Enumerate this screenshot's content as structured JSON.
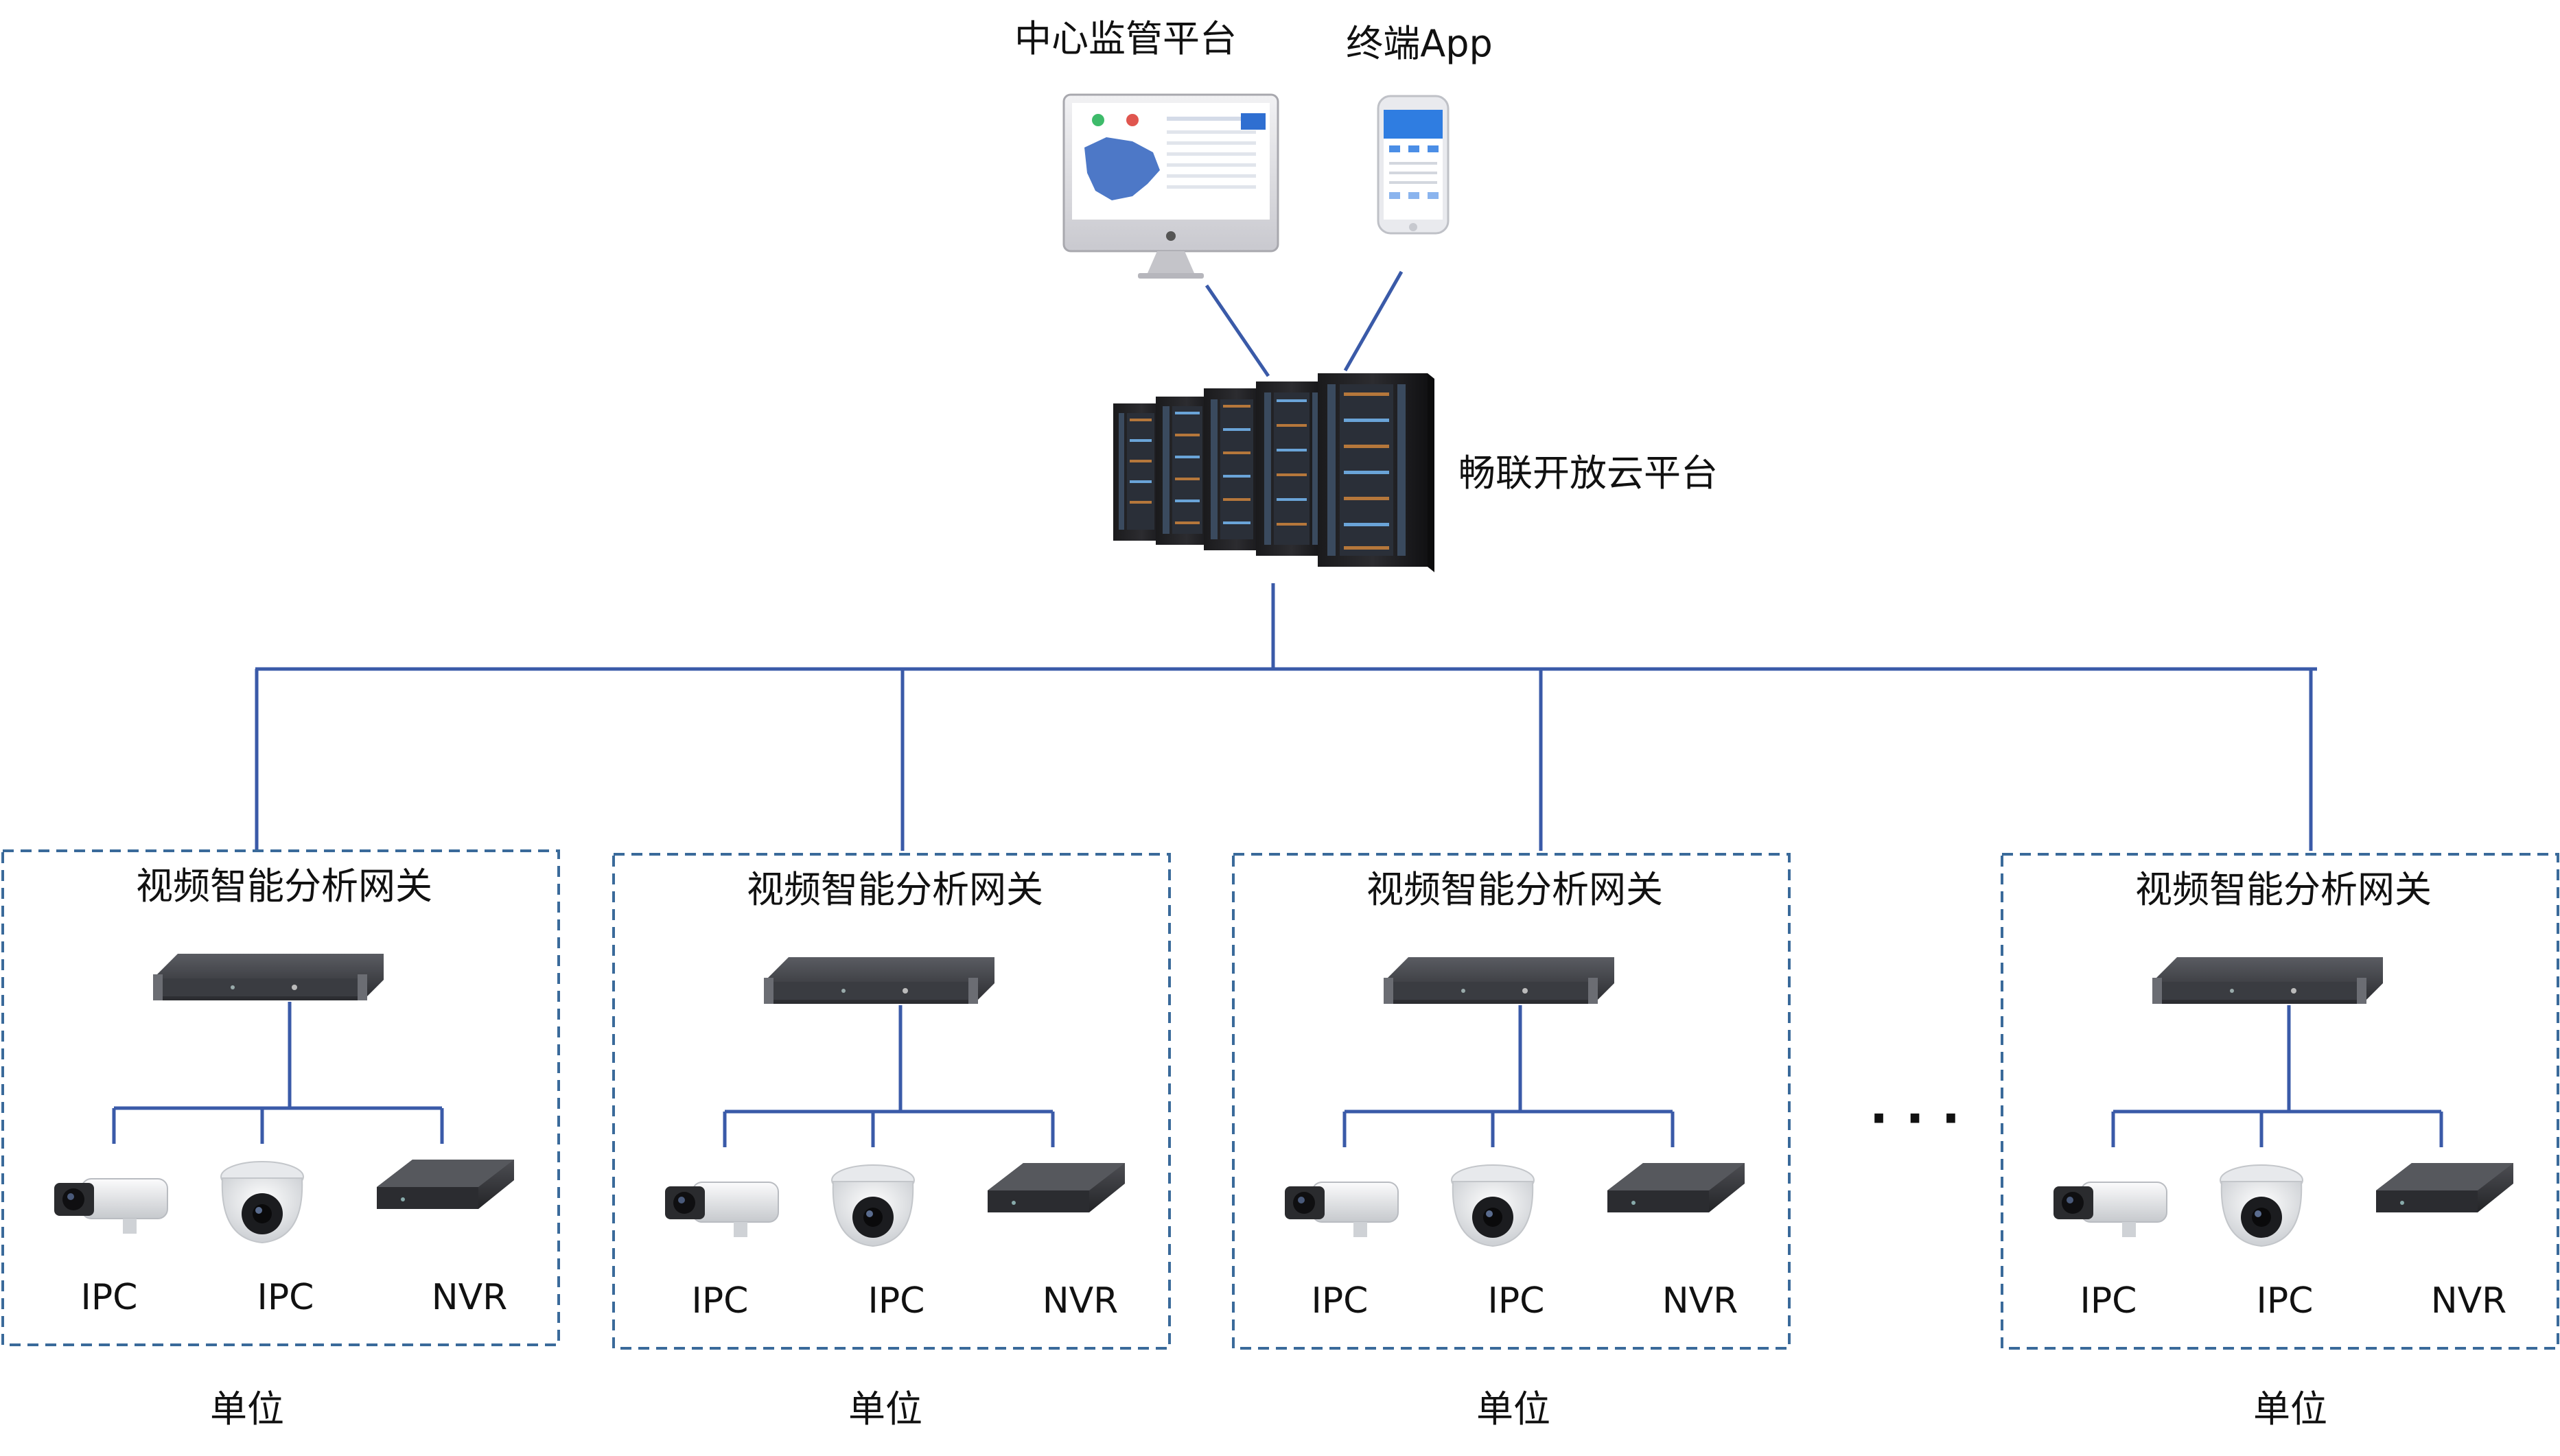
{
  "top": {
    "monitor_label": "中心监管平台",
    "app_label": "终端App",
    "cloud_label": "畅联开放云平台"
  },
  "ellipsis": "· · ·",
  "units": [
    {
      "gateway_label": "视频智能分析网关",
      "devices": [
        "IPC",
        "IPC",
        "NVR"
      ],
      "unit_label": "单位"
    },
    {
      "gateway_label": "视频智能分析网关",
      "devices": [
        "IPC",
        "IPC",
        "NVR"
      ],
      "unit_label": "单位"
    },
    {
      "gateway_label": "视频智能分析网关",
      "devices": [
        "IPC",
        "IPC",
        "NVR"
      ],
      "unit_label": "单位"
    },
    {
      "gateway_label": "视频智能分析网关",
      "devices": [
        "IPC",
        "IPC",
        "NVR"
      ],
      "unit_label": "单位"
    }
  ],
  "colors": {
    "line": "#3a5aa8",
    "dash_border": "#3a6a9a"
  }
}
